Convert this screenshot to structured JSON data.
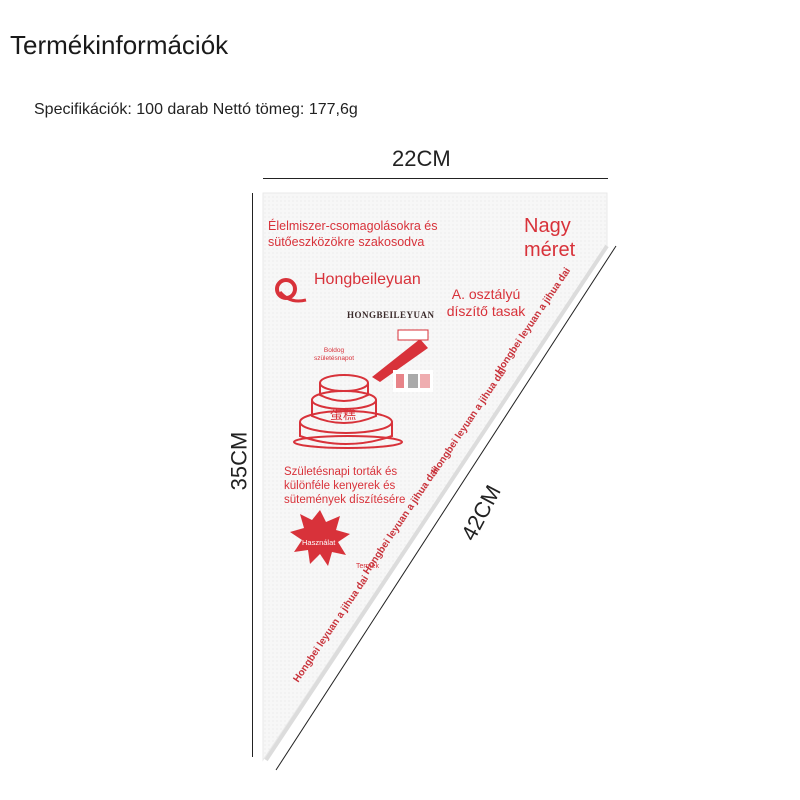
{
  "header": {
    "title": "Termékinformációk",
    "spec": "Specifikációk: 100 darab Nettó tömeg: 177,6g"
  },
  "dimensions": {
    "width": "22CM",
    "height": "35CM",
    "diagonal": "42CM"
  },
  "bag": {
    "food_text": "Élelmiszer-csomagolásokra és sütőeszközökre szakosodva",
    "big_size": "Nagy méret",
    "brand": "Hongbeileyuan",
    "brand_sub": "HONGBEILEYUAN",
    "class_text": "A. osztályú díszítő tasak",
    "happy_birthday": "Boldog születésnapot",
    "cake_chars": "蛋糕",
    "description": "Születésnapi torták és különféle kenyerek és sütemények díszítésére",
    "use_badge": "Használat",
    "product_label": "Termék",
    "ribbon_text": "Hongbei leyuan a jihua dai",
    "accent_color": "#d8323a"
  }
}
